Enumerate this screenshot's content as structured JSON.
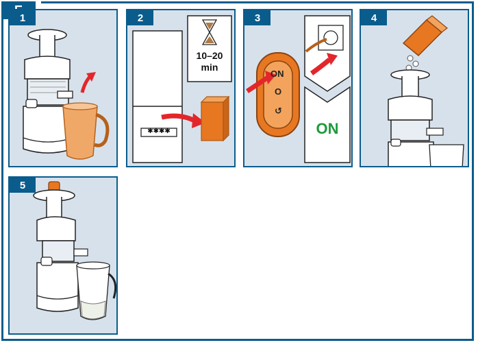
{
  "section": {
    "label": "E"
  },
  "steps": [
    {
      "number": "1",
      "icon": "juicer-with-jug-icon"
    },
    {
      "number": "2",
      "icon": "fridge-and-timer-icon",
      "timer_text": "10–20 min",
      "code_label": "✱✱✱✱"
    },
    {
      "number": "3",
      "icon": "power-switch-icon",
      "switch_on": "ON",
      "switch_off": "O",
      "switch_reverse": "↺",
      "status_text": "ON"
    },
    {
      "number": "4",
      "icon": "pour-ingredients-icon"
    },
    {
      "number": "5",
      "icon": "juicer-with-pusher-icon"
    }
  ],
  "colors": {
    "brand": "#0a5c8c",
    "panel_bg": "#d7e1eb",
    "orange": "#e87722",
    "red_arrow": "#e3262b",
    "green": "#1e9a3c"
  }
}
